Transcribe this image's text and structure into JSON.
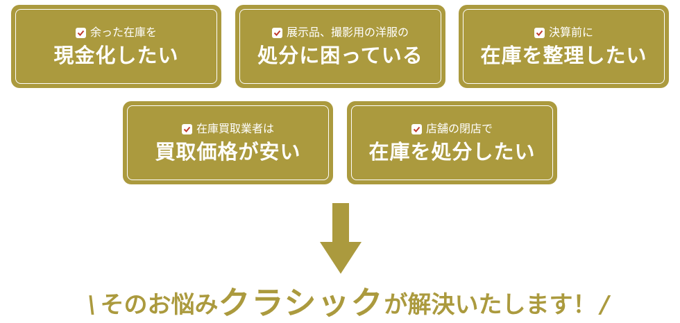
{
  "colors": {
    "gold": "#ab9a3e",
    "check_mark": "#c0392b"
  },
  "icons": {
    "check": "checkbox-checked-icon",
    "arrow": "down-arrow-icon"
  },
  "cards": [
    {
      "small": "余った在庫を",
      "big": "現金化したい"
    },
    {
      "small": "展示品、撮影用の洋服の",
      "big": "処分に困っている"
    },
    {
      "small": "決算前に",
      "big": "在庫を整理したい"
    },
    {
      "small": "在庫買取業者は",
      "big": "買取価格が安い"
    },
    {
      "small": "店舗の閉店で",
      "big": "在庫を処分したい"
    }
  ],
  "tagline": {
    "open_slash": "\\",
    "part1": "そのお悩み",
    "brand": "クラシック",
    "part2": "が解決いたします！",
    "close_slash": "/"
  }
}
